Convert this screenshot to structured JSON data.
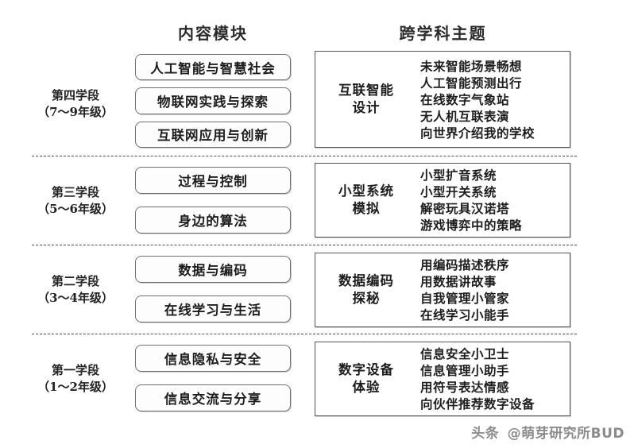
{
  "headers": {
    "modules": "内容模块",
    "themes": "跨学科主题"
  },
  "stages": [
    {
      "name": "第四学段",
      "grades": "（7～9年级）",
      "modules": [
        "人工智能与智慧社会",
        "物联网实践与探索",
        "互联网应用与创新"
      ],
      "theme": {
        "title_line1": "互联智能",
        "title_line2": "设计",
        "items": [
          "未来智能场景畅想",
          "人工智能预测出行",
          "在线数字气象站",
          "无人机互联表演",
          "向世界介绍我的学校"
        ]
      }
    },
    {
      "name": "第三学段",
      "grades": "（5～6年级）",
      "modules": [
        "过程与控制",
        "身边的算法"
      ],
      "theme": {
        "title_line1": "小型系统",
        "title_line2": "模拟",
        "items": [
          "小型扩音系统",
          "小型开关系统",
          "解密玩具汉诺塔",
          "游戏博弈中的策略"
        ]
      }
    },
    {
      "name": "第二学段",
      "grades": "（3～4年级）",
      "modules": [
        "数据与编码",
        "在线学习与生活"
      ],
      "theme": {
        "title_line1": "数据编码",
        "title_line2": "探秘",
        "items": [
          "用编码描述秩序",
          "用数据讲故事",
          "自我管理小管家",
          "在线学习小能手"
        ]
      }
    },
    {
      "name": "第一学段",
      "grades": "（1～2年级）",
      "modules": [
        "信息隐私与安全",
        "信息交流与分享"
      ],
      "theme": {
        "title_line1": "数字设备",
        "title_line2": "体验",
        "items": [
          "信息安全小卫士",
          "信息管理小助手",
          "用符号表达情感",
          "向伙伴推荐数字设备"
        ]
      }
    }
  ],
  "watermark": {
    "platform": "头条",
    "account": "@萌芽研究所BUD"
  },
  "colors": {
    "box_border": "#6f6f6f",
    "theme_border": "#555555",
    "divider": "#4a4a4a",
    "text": "#1d1d1d",
    "watermark": "#8c8c8c"
  }
}
